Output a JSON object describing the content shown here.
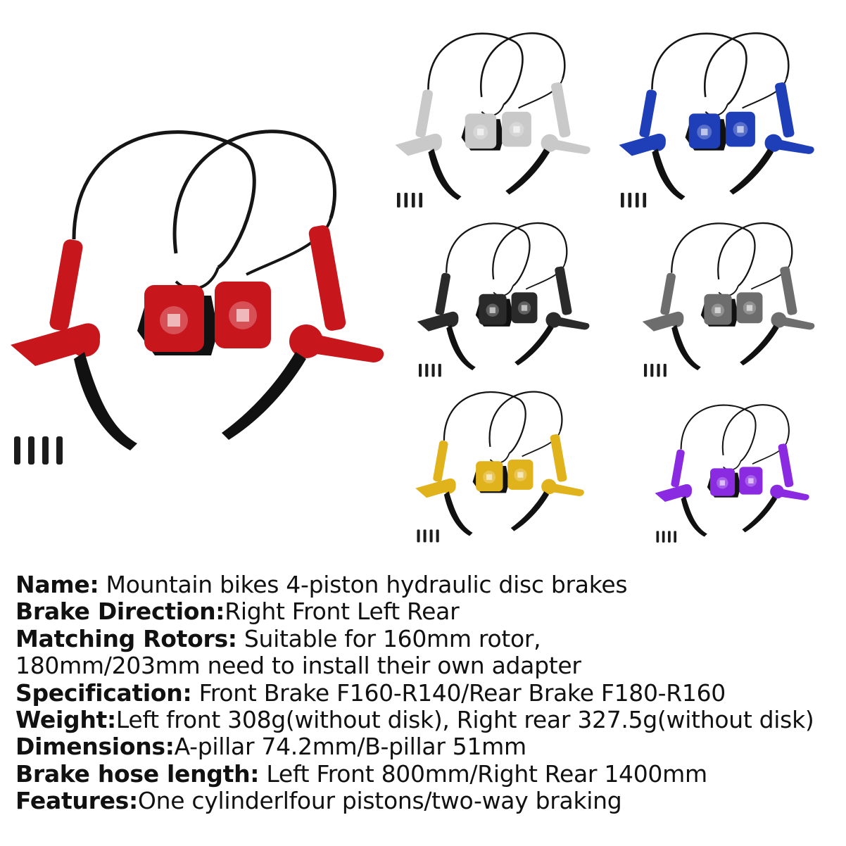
{
  "products": {
    "main": {
      "color": "#c8161d"
    },
    "variants": [
      {
        "id": "silver",
        "color": "#c9c9c9"
      },
      {
        "id": "blue",
        "color": "#1f3fb8"
      },
      {
        "id": "black",
        "color": "#2a2a2a"
      },
      {
        "id": "grey",
        "color": "#6d6d6d"
      },
      {
        "id": "gold",
        "color": "#e0b21b"
      },
      {
        "id": "purple",
        "color": "#8a2be2"
      }
    ],
    "hose_color": "#151515",
    "bolt_color": "#1c1c1c"
  },
  "specs": [
    {
      "key": "Name:",
      "value": " Mountain bikes 4-piston hydraulic disc brakes"
    },
    {
      "key": "Brake Direction:",
      "value": "Right Front Left Rear"
    },
    {
      "key": "Matching Rotors:",
      "value": " Suitable for 160mm rotor,"
    },
    {
      "key": "",
      "value": "180mm/203mm need to install their own adapter"
    },
    {
      "key": "Specification:",
      "value": " Front Brake F160-R140/Rear Brake F180-R160"
    },
    {
      "key": "Weight:",
      "value": "Left front 308g(without disk), Right rear 327.5g(without disk)"
    },
    {
      "key": "Dimensions:",
      "value": "A-pillar 74.2mm/B-pillar 51mm"
    },
    {
      "key": "Brake hose length:",
      "value": " Left Front 800mm/Right Rear 1400mm"
    },
    {
      "key": "Features:",
      "value": "One cylinderlfour pistons/two-way braking"
    }
  ]
}
